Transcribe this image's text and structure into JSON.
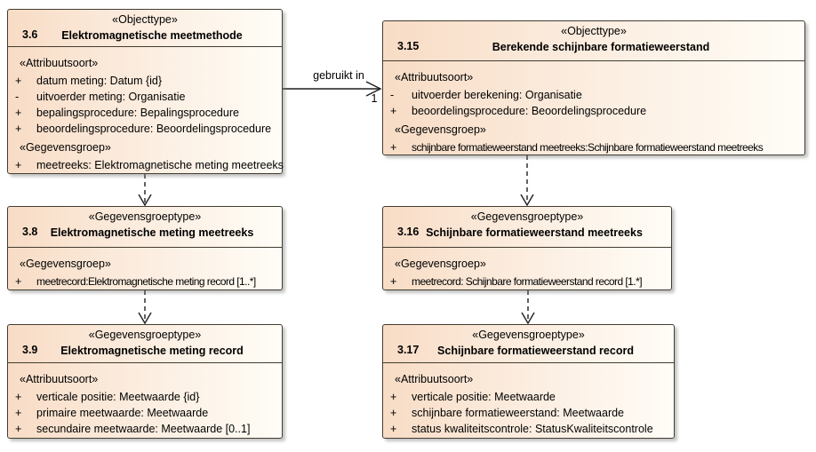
{
  "colors": {
    "node_fill_left": "#f8dcc5",
    "node_fill_right": "#fffdf7",
    "node_border": "#443c30",
    "shadow": "#9a9a9a"
  },
  "connectors": {
    "uses_label": "gebruikt in",
    "uses_multiplicity": "1"
  },
  "boxes": [
    {
      "stereotype": "«Objecttype»",
      "number": "3.6",
      "title": "Elektromagnetische meetmethode",
      "sections": [
        {
          "label": "«Attribuutsoort»",
          "attributes": [
            {
              "prefix": "+",
              "text": "datum meting: Datum {id}"
            },
            {
              "prefix": "-",
              "text": "uitvoerder meting: Organisatie"
            },
            {
              "prefix": "+",
              "text": "bepalingsprocedure: Bepalingsprocedure"
            },
            {
              "prefix": "+",
              "text": "beoordelingsprocedure: Beoordelingsprocedure"
            }
          ]
        },
        {
          "label": "«Gegevensgroep»",
          "attributes": [
            {
              "prefix": "+",
              "text": "meetreeks: Elektromagnetische meting meetreeks"
            }
          ]
        }
      ]
    },
    {
      "stereotype": "«Objecttype»",
      "number": "3.15",
      "title": "Berekende schijnbare formatieweerstand",
      "sections": [
        {
          "label": "«Attribuutsoort»",
          "attributes": [
            {
              "prefix": "-",
              "text": "uitvoerder berekening: Organisatie"
            },
            {
              "prefix": "+",
              "text": "beoordelingsprocedure: Beoordelingsprocedure"
            }
          ]
        },
        {
          "label": "«Gegevensgroep»",
          "attributes": [
            {
              "prefix": "+",
              "text": "schijnbare formatieweerstand meetreeks:Schijnbare formatieweerstand meetreeks"
            }
          ]
        }
      ]
    },
    {
      "stereotype": "«Gegevensgroeptype»",
      "number": "3.8",
      "title": "Elektromagnetische meting meetreeks",
      "sections": [
        {
          "label": "«Gegevensgroep»",
          "attributes": [
            {
              "prefix": "+",
              "text": "meetrecord:Elektromagnetische meting record [1..*]"
            }
          ]
        }
      ]
    },
    {
      "stereotype": "«Gegevensgroeptype»",
      "number": "3.16",
      "title": "Schijnbare formatieweerstand meetreeks",
      "sections": [
        {
          "label": "«Gegevensgroep»",
          "attributes": [
            {
              "prefix": "+",
              "text": "meetrecord: Schijnbare formatieweerstand record [1.*]"
            }
          ]
        }
      ]
    },
    {
      "stereotype": "«Gegevensgroeptype»",
      "number": "3.9",
      "title": "Elektromagnetische meting record",
      "sections": [
        {
          "label": "«Attribuutsoort»",
          "attributes": [
            {
              "prefix": "+",
              "text": "verticale positie: Meetwaarde {id}"
            },
            {
              "prefix": "+",
              "text": "primaire meetwaarde: Meetwaarde"
            },
            {
              "prefix": "+",
              "text": "secundaire meetwaarde: Meetwaarde [0..1]"
            }
          ]
        }
      ]
    },
    {
      "stereotype": "«Gegevensgroeptype»",
      "number": "3.17",
      "title": "Schijnbare formatieweerstand record",
      "sections": [
        {
          "label": "«Attribuutsoort»",
          "attributes": [
            {
              "prefix": "+",
              "text": "verticale positie: Meetwaarde"
            },
            {
              "prefix": "+",
              "text": "schijnbare formatieweerstand: Meetwaarde"
            },
            {
              "prefix": "+",
              "text": "status kwaliteitscontrole: StatusKwaliteitscontrole"
            }
          ]
        }
      ]
    }
  ]
}
